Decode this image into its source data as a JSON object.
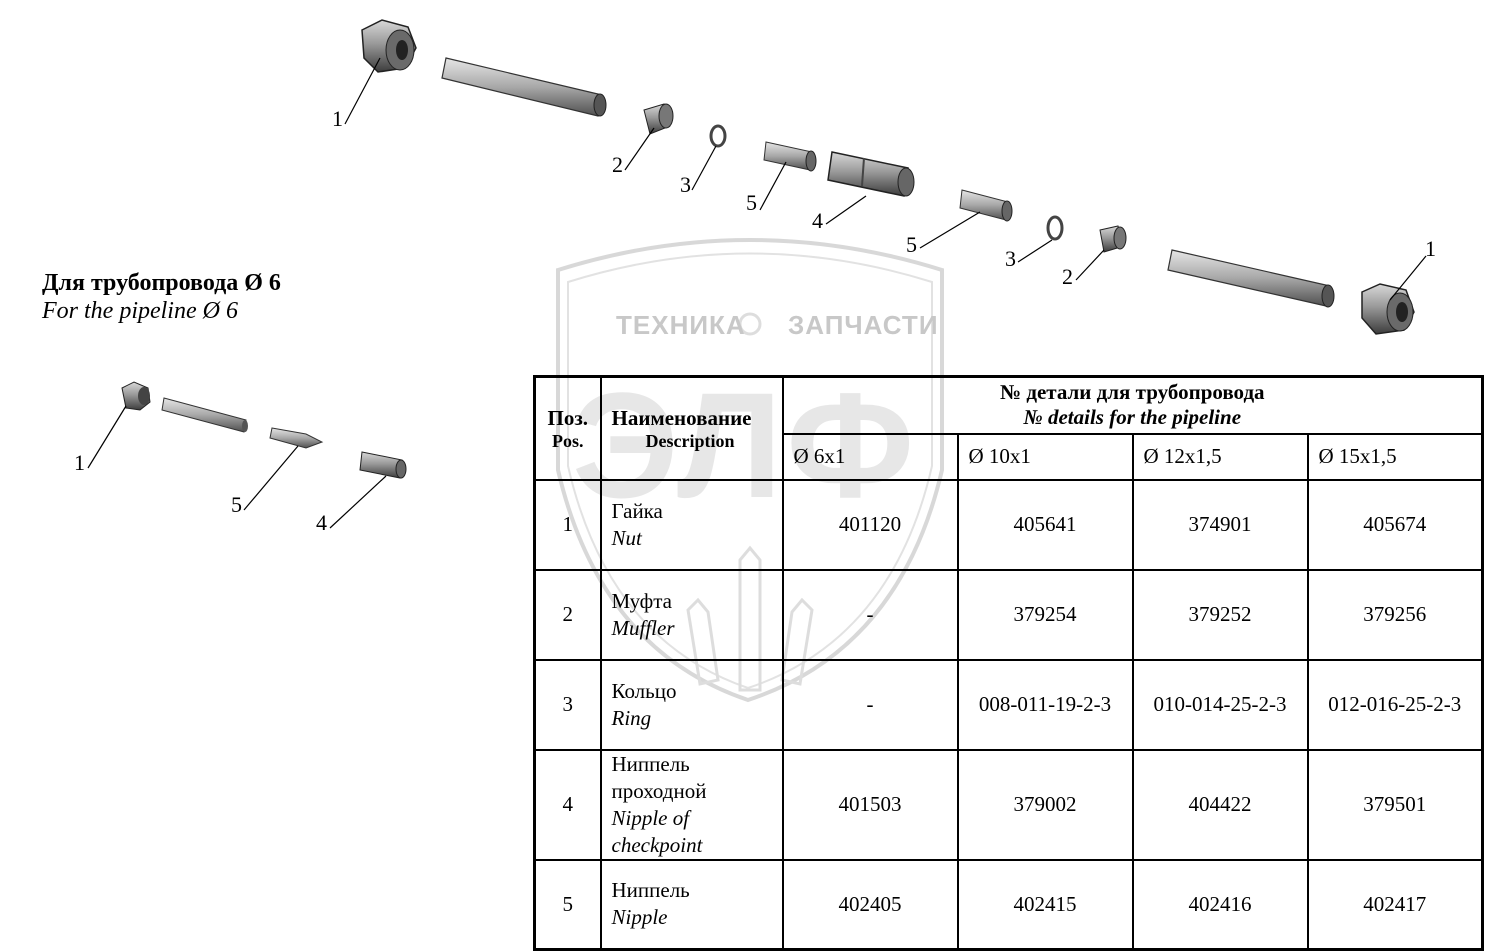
{
  "watermark": {
    "brand_left": "ТЕХНИКА",
    "brand_right": "ЗАПЧАСТИ",
    "monogram": "ЭЛФ"
  },
  "callouts": {
    "main": [
      "1",
      "2",
      "3",
      "5",
      "4",
      "5",
      "3",
      "2",
      "1"
    ],
    "small": [
      "1",
      "5",
      "4"
    ]
  },
  "small_heading": {
    "ru": "Для трубопровода  Ø 6",
    "en": "For the pipeline  Ø 6"
  },
  "table": {
    "pos_header_ru": "Поз.",
    "pos_header_en": "Pos.",
    "name_header_ru": "Наименование",
    "name_header_en": "Description",
    "group_header_ru": "№  детали для трубопровода",
    "group_header_en": "№ details for the pipeline",
    "sizes": [
      "Ø 6х1",
      "Ø 10х1",
      "Ø 12х1,5",
      "Ø 15х1,5"
    ],
    "rows": [
      {
        "pos": "1",
        "name_ru": "Гайка",
        "name_en": "Nut",
        "values": [
          "401120",
          "405641",
          "374901",
          "405674"
        ]
      },
      {
        "pos": "2",
        "name_ru": "Муфта",
        "name_en": "Muffler",
        "values": [
          "-",
          "379254",
          "379252",
          "379256"
        ]
      },
      {
        "pos": "3",
        "name_ru": "Кольцо",
        "name_en": "Ring",
        "values": [
          "-",
          "008-011-19-2-3",
          "010-014-25-2-3",
          "012-016-25-2-3"
        ]
      },
      {
        "pos": "4",
        "name_ru": "Ниппель проходной",
        "name_en": "Nipple of checkpoint",
        "values": [
          "401503",
          "379002",
          "404422",
          "379501"
        ]
      },
      {
        "pos": "5",
        "name_ru": "Ниппель",
        "name_en": "Nipple",
        "values": [
          "402405",
          "402415",
          "402416",
          "402417"
        ]
      }
    ]
  }
}
